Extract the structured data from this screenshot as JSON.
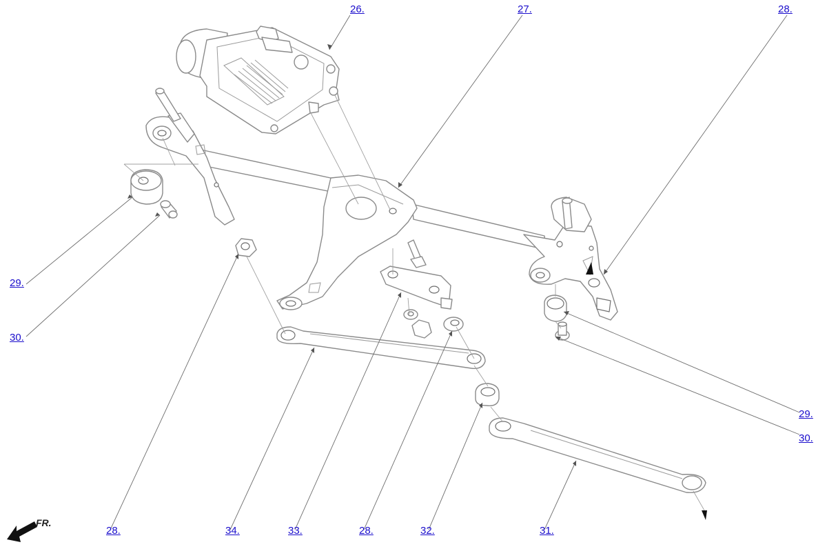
{
  "callouts": [
    {
      "id": "c26a",
      "label": "26."
    },
    {
      "id": "c27a",
      "label": "27."
    },
    {
      "id": "c28a",
      "label": "28."
    },
    {
      "id": "c29a",
      "label": "29."
    },
    {
      "id": "c30a",
      "label": "30."
    },
    {
      "id": "c29b",
      "label": "29."
    },
    {
      "id": "c30b",
      "label": "30."
    },
    {
      "id": "c28b",
      "label": "28."
    },
    {
      "id": "c34a",
      "label": "34."
    },
    {
      "id": "c33a",
      "label": "33."
    },
    {
      "id": "c28c",
      "label": "28."
    },
    {
      "id": "c32a",
      "label": "32."
    },
    {
      "id": "c31a",
      "label": "31."
    }
  ],
  "front_indicator": {
    "label": "FR.",
    "icon": "front-arrow-icon"
  },
  "colors": {
    "link": "#1a0dcc",
    "line": "#8a8a8a",
    "background": "#ffffff"
  }
}
